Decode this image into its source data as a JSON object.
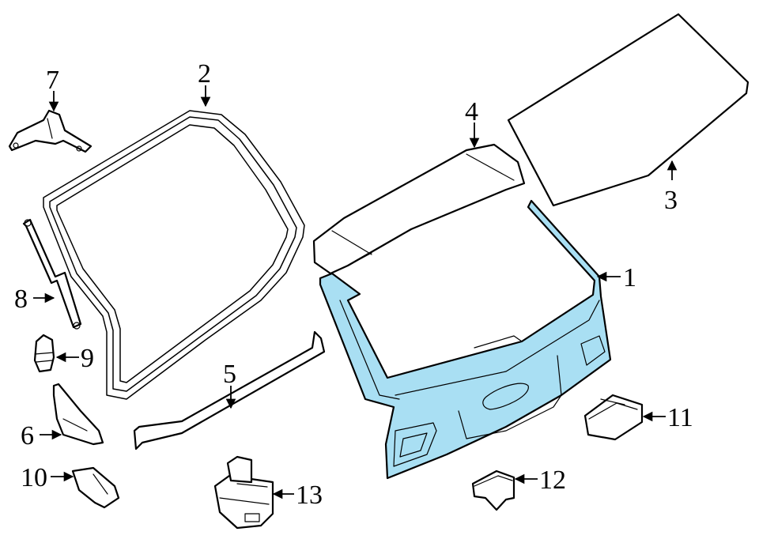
{
  "colors": {
    "highlight": "#a9dff3",
    "line": "#000000",
    "background": "#ffffff"
  },
  "callouts": [
    {
      "id": "1",
      "label": "1"
    },
    {
      "id": "2",
      "label": "2"
    },
    {
      "id": "3",
      "label": "3"
    },
    {
      "id": "4",
      "label": "4"
    },
    {
      "id": "5",
      "label": "5"
    },
    {
      "id": "6",
      "label": "6"
    },
    {
      "id": "7",
      "label": "7"
    },
    {
      "id": "8",
      "label": "8"
    },
    {
      "id": "9",
      "label": "9"
    },
    {
      "id": "10",
      "label": "10"
    },
    {
      "id": "11",
      "label": "11"
    },
    {
      "id": "12",
      "label": "12"
    },
    {
      "id": "13",
      "label": "13"
    }
  ]
}
